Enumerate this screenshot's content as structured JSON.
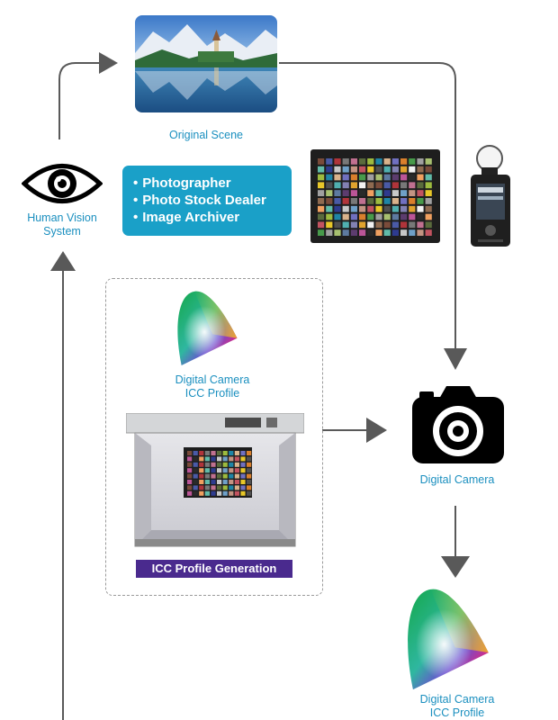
{
  "nodes": {
    "original_scene": "Original Scene",
    "human_vision_line1": "Human Vision",
    "human_vision_line2": "System",
    "digital_camera": "Digital Camera",
    "camera_profile_inner_line1": "Digital Camera",
    "camera_profile_inner_line2": "ICC Profile",
    "camera_profile_output_line1": "Digital Camera",
    "camera_profile_output_line2": "ICC Profile",
    "icc_profile_generation": "ICC Profile Generation"
  },
  "roles": [
    "Photographer",
    "Photo Stock Dealer",
    "Image Archiver"
  ],
  "colors": {
    "caption": "#1a8fbf",
    "role_box": "#1aa0c8",
    "icc_label": "#4a2a8e",
    "connector": "#595959"
  },
  "icons": [
    "eye-icon",
    "camera-icon",
    "light-meter-icon",
    "color-checker-chart",
    "color-gamut-icon",
    "light-booth"
  ]
}
